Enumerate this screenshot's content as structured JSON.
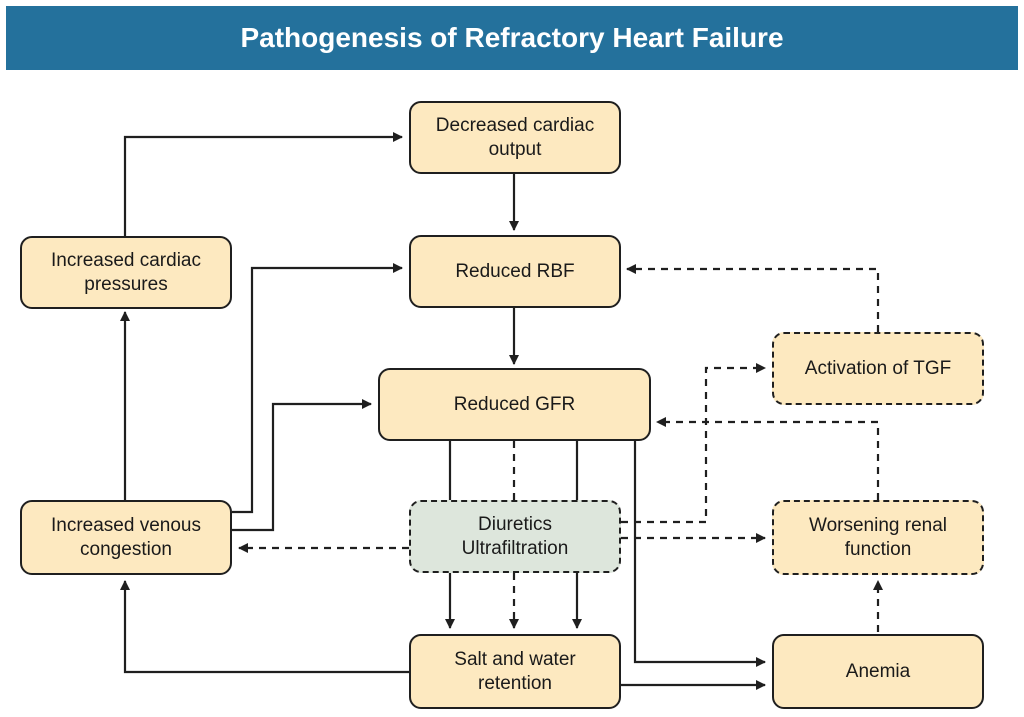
{
  "title": "Pathogenesis of Refractory Heart Failure",
  "colors": {
    "header_bg": "#24719c",
    "node_fill": "#fde9c0",
    "therapy_fill": "#dde6dc",
    "stroke": "#1f1f1f"
  },
  "nodes": {
    "decreased_cardiac_output": "Decreased cardiac\noutput",
    "reduced_rbf": "Reduced RBF",
    "reduced_gfr": "Reduced GFR",
    "increased_cardiac_pressures": "Increased cardiac\npressures",
    "increased_venous_congestion": "Increased venous\ncongestion",
    "diuretics_ultrafiltration": "Diuretics\nUltrafiltration",
    "activation_of_tgf": "Activation of TGF",
    "worsening_renal_function": "Worsening renal\nfunction",
    "salt_and_water_retention": "Salt and water\nretention",
    "anemia": "Anemia"
  }
}
